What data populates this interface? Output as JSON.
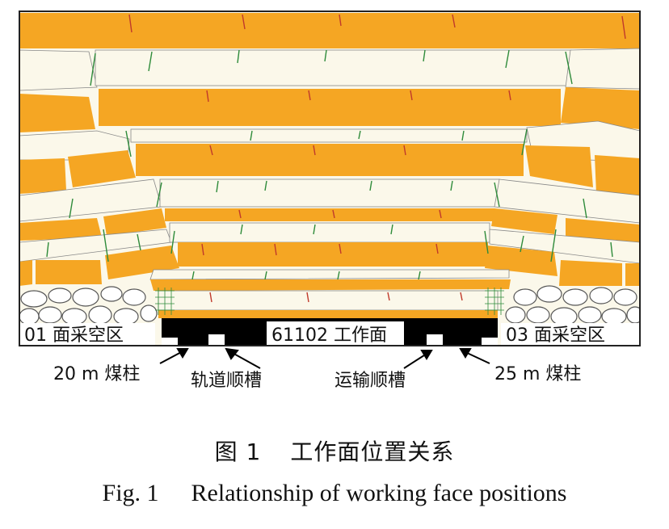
{
  "labels": {
    "goaf_left": "01 面采空区",
    "working_face": "61102 工作面",
    "goaf_right": "03 面采空区",
    "pillar_left": "20 m 煤柱",
    "rail_gateway": "轨道顺槽",
    "transport_gateway": "运输顺槽",
    "pillar_right": "25 m 煤柱"
  },
  "caption": {
    "cn_number": "图 1",
    "cn_title": "工作面位置关系",
    "en_number": "Fig. 1",
    "en_title": "Relationship of working face positions"
  },
  "colors": {
    "stratum_orange": "#f5a623",
    "stratum_cream": "#fbf8ea",
    "coal": "#000000",
    "crack_green": "#2e8b3a",
    "crack_red": "#c0392b",
    "rubble_fill": "#ffffff",
    "rubble_stroke": "#555555"
  }
}
